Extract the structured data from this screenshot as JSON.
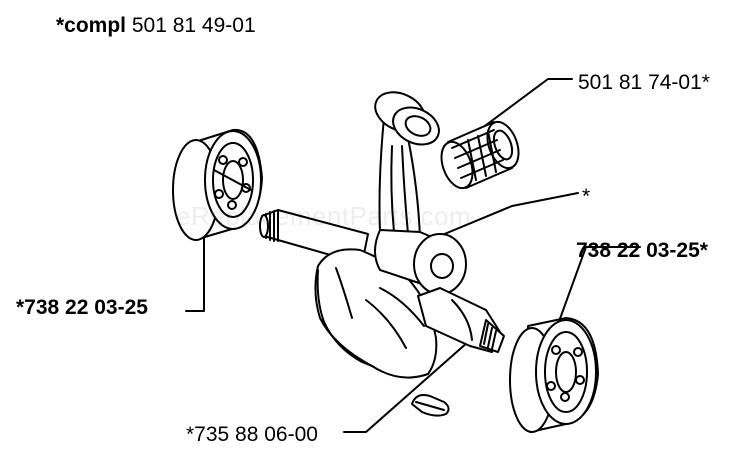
{
  "diagram": {
    "assembly_label_prefix": "*compl",
    "assembly_label_number": "501 81 49-01",
    "watermark": "eReplacementParts.com",
    "callouts": [
      {
        "label": "501 81 74-01*",
        "part": "needle-bearing"
      },
      {
        "label": "*",
        "part": "crankshaft"
      },
      {
        "label": "738 22 03-25*",
        "part": "right-ball-bearing"
      },
      {
        "label": "*738 22 03-25",
        "part": "left-ball-bearing"
      },
      {
        "label": "*735 88 06-00",
        "part": "woodruff-key"
      }
    ]
  }
}
